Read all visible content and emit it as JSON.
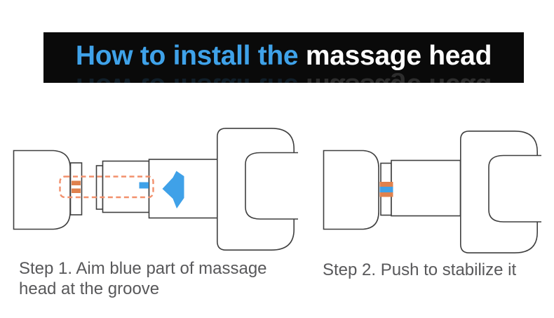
{
  "banner": {
    "title_highlight": "How to install the ",
    "title_rest": "massage head"
  },
  "steps": [
    {
      "label": "Step 1. Aim blue part of massage head at the groove"
    },
    {
      "label": "Step 2. Push to stabilize it"
    }
  ],
  "colors": {
    "banner_bg": "#0a0a0a",
    "title_highlight_blue": "#3fa2e9",
    "title_rest_white": "#ffffff",
    "outline_gray": "#3f3f3f",
    "stripe_orange": "#e0814d",
    "dash_orange": "#f2906c",
    "accent_blue": "#3fa1e8",
    "caption_gray": "#58585a"
  },
  "icons": {
    "insert_arrow": "left-arrow"
  }
}
